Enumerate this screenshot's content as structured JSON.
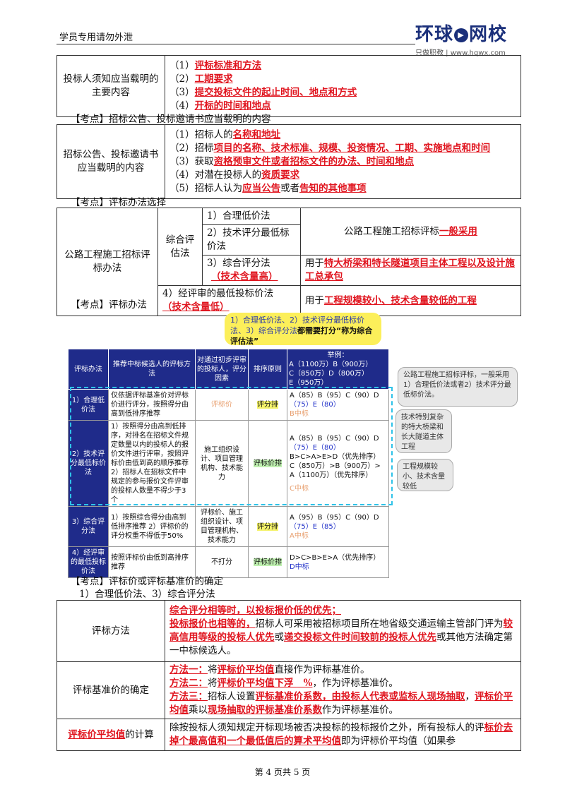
{
  "header": {
    "left_text": "学员专用请勿外泄",
    "logo_pre": "环球",
    "logo_post": "网校",
    "logo_sub": "只做职教 | www.hqwx.com"
  },
  "table1": {
    "label": "投标人须知应当载明的主要内容",
    "items": [
      {
        "prefix": "（1）",
        "parts": [
          {
            "t": "评标标准和方法",
            "r": true
          }
        ]
      },
      {
        "prefix": "（2）",
        "parts": [
          {
            "t": "工期要求",
            "r": true
          }
        ]
      },
      {
        "prefix": "（3）",
        "parts": [
          {
            "t": "提交投标文件的起止时间、地点和方式",
            "r": true
          }
        ]
      },
      {
        "prefix": "（4）",
        "parts": [
          {
            "t": "开标的时间和地点",
            "r": true
          }
        ]
      }
    ]
  },
  "kd2": "【考点】招标公告、投标邀请书应当载明的内容",
  "table2": {
    "label": "招标公告、投标邀请书应当载明的内容",
    "items": [
      {
        "prefix": "（1）",
        "parts": [
          {
            "t": "招标人的",
            "r": false
          },
          {
            "t": "名称和地址",
            "r": true
          }
        ]
      },
      {
        "prefix": "（2）",
        "parts": [
          {
            "t": "招标",
            "r": false
          },
          {
            "t": "项目的名称、技术标准、规模、投资情况、工期、实施地点和时间",
            "r": true
          }
        ]
      },
      {
        "prefix": "（3）",
        "parts": [
          {
            "t": "获取",
            "r": false
          },
          {
            "t": "资格预审文件或者招标文件的办法、时间和地点",
            "r": true
          }
        ]
      },
      {
        "prefix": "（4）",
        "parts": [
          {
            "t": "对潜在投标人的",
            "r": false
          },
          {
            "t": "资质要求",
            "r": true
          }
        ]
      },
      {
        "prefix": "（5）",
        "parts": [
          {
            "t": "招标人认为",
            "r": false
          },
          {
            "t": "应当公告",
            "r": true
          },
          {
            "t": "或者",
            "r": false
          },
          {
            "t": "告知的其他事项",
            "r": true
          }
        ]
      }
    ]
  },
  "kd3": "【考点】评标办法选择",
  "table3": {
    "label": "公路工程施工招标评标办法",
    "group": "综合评估法",
    "m1": "1）合理低价法",
    "m2": "2）技术评分最低标价法",
    "m3": "3）综合评分法",
    "m3_note": "（技术含量高）",
    "m4": "4）经评审的最低投标价法",
    "m4_note": "（技术含量低）",
    "u1_pre": "公路工程施工招标评标",
    "u1_red": "一般采用",
    "u2_pre": "用于",
    "u2_red": "特大桥梁和特长隧道项目主体工程以及设计施工总承包",
    "u3_pre": "用于",
    "u3_red": "工程规模较小、技术含量较低的工程"
  },
  "kd4": "【考点】评标办法",
  "callout": {
    "l1": "1）合理低价法、2）技术评分最低标价",
    "l2": "法、3）综合评分法",
    "b": "都需要打分“称为综合评估法”"
  },
  "imgtable": {
    "headers": [
      "评标办法",
      "推荐中标候选人的评标方法",
      "对通过初步评审的投标人，评分因素",
      "排序原则",
      "举例："
    ],
    "eg_head": [
      "A（1100万）B（900万）",
      "C（850万）D（800万）",
      "E（950万）"
    ],
    "rows": [
      {
        "name": "1）合理低价法",
        "method": "仅依据评标基准价对评标价进行评分，按照得分由高到低排序推荐",
        "factor": "评标价",
        "rule": "评分排",
        "eg": [
          "A（85）B（95）C（90）D",
          "（75）E（80）",
          "B中标"
        ]
      },
      {
        "name": "2）技术评分最低标价法",
        "method": "1）按照得分由高到低排序，对排名在招标文件规定数量以内的投标人的报价文件进行评审，按照评标价由低到高的顺序推荐 2）招标人在招标文件中规定的参与报价文件评审的投标人数量不得少于3个",
        "factor": "施工组织设计、项目管理机构、技术能力",
        "rule": "评标价排",
        "eg": [
          "A（85）B（95）C（90）D",
          "（75）E（80）",
          "B>C>A>E>D（优先排序）",
          "C（850万）>B（900万）>",
          "A（1100万）（优先排序）",
          "C中标"
        ]
      },
      {
        "name": "3）综合评分法",
        "method": "1）按照综合得分由高到低排序推荐 2）评标价的评分权重不得低于50%",
        "factor": "评标价、施工组织设计、项目管理机构、技术能力",
        "rule": "评分排",
        "eg": [
          "A（95）B（95）C（90）D",
          "（75）E（85）",
          "A中标"
        ]
      },
      {
        "name": "4）经评审的最低投标价法",
        "method": "按照评标价由低到高排序推荐",
        "factor": "不打分",
        "rule": "评标价排",
        "eg": [
          "D>C>B>E>A（优先排序）",
          "D中标"
        ]
      }
    ]
  },
  "side1": "公路工程施工招标评标，一般采用1）合理低价法或者2）技术评分最低标价法。",
  "side2": "技术特别复杂的特大桥梁和长大隧道主体工程",
  "side3": "工程规模较小、技术含量较低",
  "kd5": "【考点】评标价或评标基准价的确定",
  "kd5b": "1）合理低价法、3）综合评分法",
  "table5": {
    "r1_label": "评标方法",
    "r1_l1": "综合评分相等时，以投标报价低的优先；",
    "r1_l2a": "投标报价也相等的，",
    "r1_l2b": "招标人可采用被招标项目所在地省级交通运输主管部门评为",
    "r1_l2c": "较高信用等级的投标人优先",
    "r1_l2d": "或",
    "r1_l2e": "递交投标文件时间较前的投标人优先",
    "r1_l2f": "或其他方法确定第一中标候选人。",
    "r2_label": "评标基准价的确定",
    "m1a": "方法一：",
    "m1b": "将",
    "m1c": "评标价平均值",
    "m1d": "直接作为评标基准价。",
    "m2a": "方法二：",
    "m2b": "将",
    "m2c": "评标价平均值下浮 ",
    "m2d": "  %",
    "m2e": "，作为评标基准价。",
    "m3a": "方法三：",
    "m3b": "招标人设置",
    "m3c": "评标基准价系数，由投标人代表或监标人现场抽取",
    "m3d": "，",
    "m3e": "评标价平均值",
    "m3f": "乘以",
    "m3g": "现场抽取的评标基准价系数",
    "m3h": "作为评标基准价。",
    "r3_label_red": "评标价平均值",
    "r3_label_rest": "的计算",
    "r3a": "除按投标人须知规定开标现场被否决投标的投标报价之外，所有投标人的评",
    "r3b": "标价去掉个最高值和一个最低值后的算术平均值",
    "r3c": "即为评标价平均值（如果参"
  },
  "footer": "第 4 页共 5 页"
}
